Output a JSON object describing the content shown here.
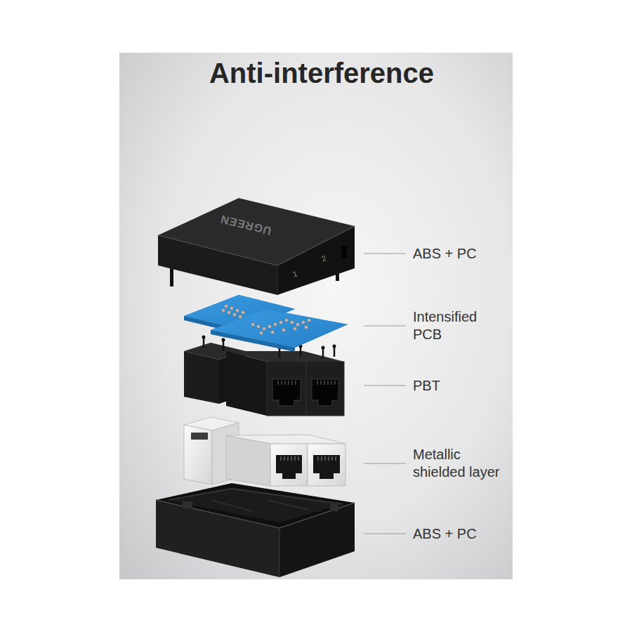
{
  "diagram": {
    "title": "Anti-interference",
    "labels": [
      "ABS + PC",
      "Intensified PCB",
      "PBT",
      "Metallic shielded layer",
      "ABS + PC",
      "UGREEN",
      "1",
      "2"
    ]
  }
}
